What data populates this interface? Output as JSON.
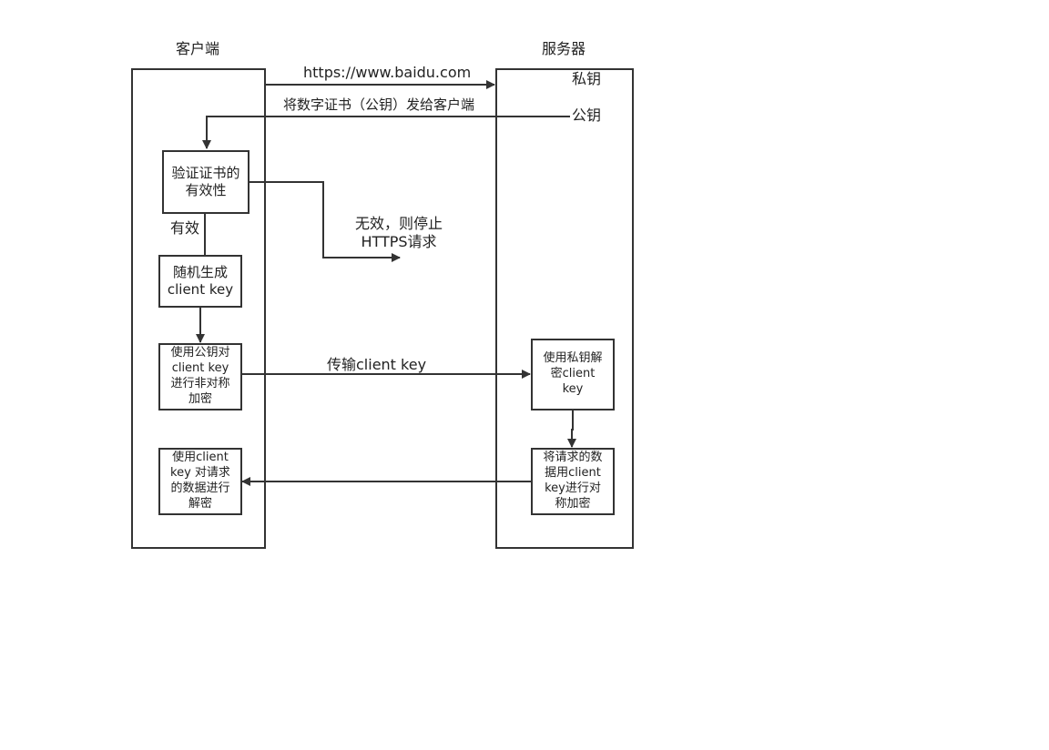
{
  "lanes": {
    "client_title": "客户端",
    "server_title": "服务器"
  },
  "server": {
    "private_key": "私钥",
    "public_key": "公钥"
  },
  "edges": {
    "url": "https://www.baidu.com",
    "send_cert": "将数字证书（公钥）发给客户端",
    "valid": "有效",
    "invalid": "无效，则停止\nHTTPS请求",
    "transmit": "传输client key"
  },
  "nodes": {
    "verify": "验证证书的\n有效性",
    "random_key": "随机生成\nclient key",
    "encrypt_public": "使用公钥对\nclient key\n进行非对称\n加密",
    "decrypt_private": "使用私钥解\n密client\nkey",
    "encrypt_symmetric": "将请求的数\n据用client\nkey进行对\n称加密",
    "decrypt_client": "使用client\nkey 对请求\n的数据进行\n解密"
  },
  "colors": {
    "stroke": "#333333",
    "text": "#222222"
  }
}
